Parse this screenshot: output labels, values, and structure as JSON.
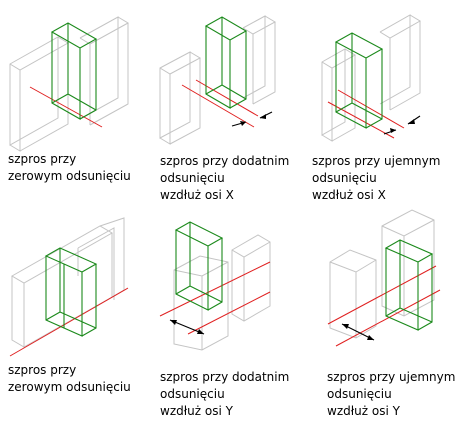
{
  "panels": [
    {
      "id": "x-zero",
      "caption": [
        "szpros przy",
        "zerowym odsunięciu"
      ]
    },
    {
      "id": "x-positive",
      "caption": [
        "szpros przy dodatnim",
        "odsunięciu",
        "wzdłuż osi X"
      ]
    },
    {
      "id": "x-negative",
      "caption": [
        "szpros przy ujemnym",
        "odsunięciu",
        "wzdłuż osi X"
      ]
    },
    {
      "id": "y-zero",
      "caption": [
        "szpros przy",
        "zerowym odsunięciu"
      ]
    },
    {
      "id": "y-positive",
      "caption": [
        "szpros przy dodatnim",
        "odsunięciu",
        "wzdłuż osi Y"
      ]
    },
    {
      "id": "y-negative",
      "caption": [
        "szpros przy ujemnym",
        "odsunięciu",
        "wzdłuż osi Y"
      ]
    }
  ],
  "colors": {
    "mullion": "#1c8a1c",
    "wall_outline": "#c4c4c4",
    "axis_line": "#e02020",
    "dimension": "#000000"
  }
}
